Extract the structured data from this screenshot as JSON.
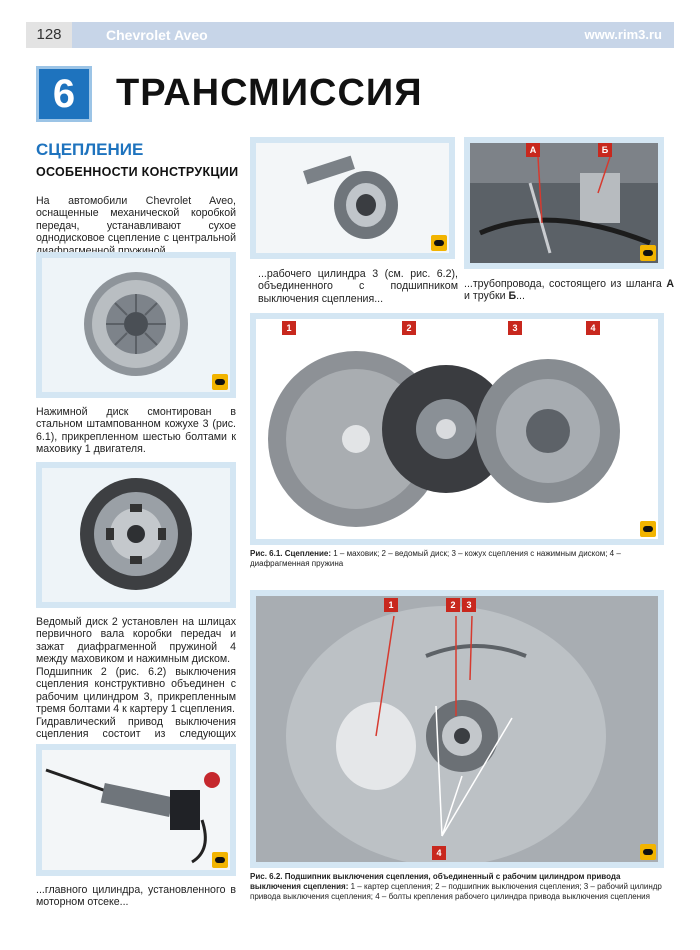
{
  "header": {
    "page_number": "128",
    "book_title": "Chevrolet Aveo",
    "url": "www.rim3.ru"
  },
  "chapter": {
    "number": "6",
    "title": "ТРАНСМИССИЯ"
  },
  "section": {
    "title": "СЦЕПЛЕНИЕ",
    "subtitle": "ОСОБЕННОСТИ КОНСТРУКЦИИ"
  },
  "text": {
    "intro": "На автомобили Chevrolet Aveo, оснащенные механической коробкой передач, устанавливают сухое однодисковое сцепление с центральной диафрагменной пружиной.",
    "pressure_plate": "Нажимной диск смонтирован в стальном штампованном кожухе 3 (рис. 6.1), прикрепленном шестью болтами к маховику 1 двигателя.",
    "driven_disc": "Ведомый диск 2 установлен на шлицах первичного вала коробки передач и зажат диафрагменной пружиной 4 между маховиком и нажимным диском.",
    "bearing": "Подшипник 2 (рис. 6.2) выключения сцепления конструктивно объединен с рабочим цилиндром 3, прикрепленным тремя болтами 4 к картеру 1 сцепления.",
    "hydraulic": "Гидравлический привод выключения сцепления состоит из следующих элементов...",
    "master_cyl": "...главного цилиндра, установленного в моторном отсеке...",
    "slave_cyl": "...рабочего цилиндра 3 (см. рис. 6.2), объединенного с подшипником выключения сцепления...",
    "pipeline_pre": "...трубопровода, состоящего из шланга",
    "pipeline_a": "А",
    "pipeline_mid": "и трубки",
    "pipeline_b": "Б",
    "pipeline_end": "..."
  },
  "figure_6_1": {
    "label": "Рис. 6.1. Сцепление:",
    "legend": "1 – маховик; 2 – ведомый диск; 3 – кожух сцепления с нажимным диском; 4 – диафрагменная пружина",
    "callouts": [
      "1",
      "2",
      "3",
      "4"
    ]
  },
  "figure_6_2": {
    "label": "Рис. 6.2. Подшипник выключения сцепления, объединенный с рабочим цилиндром привода выключения сцепления:",
    "legend": "1 – картер сцепления; 2 – подшипник выключения сцепления; 3 – рабочий цилиндр привода выключения сцепления; 4 – болты крепления рабочего цилиндра привода выключения сцепления",
    "callouts": [
      "1",
      "2",
      "3",
      "4"
    ]
  },
  "figure_pipes": {
    "callouts": [
      "А",
      "Б"
    ]
  },
  "colors": {
    "accent": "#1e73be",
    "frame": "#d4e6f3",
    "header_band": "#c7d5e8",
    "callout": "#c8281e"
  }
}
